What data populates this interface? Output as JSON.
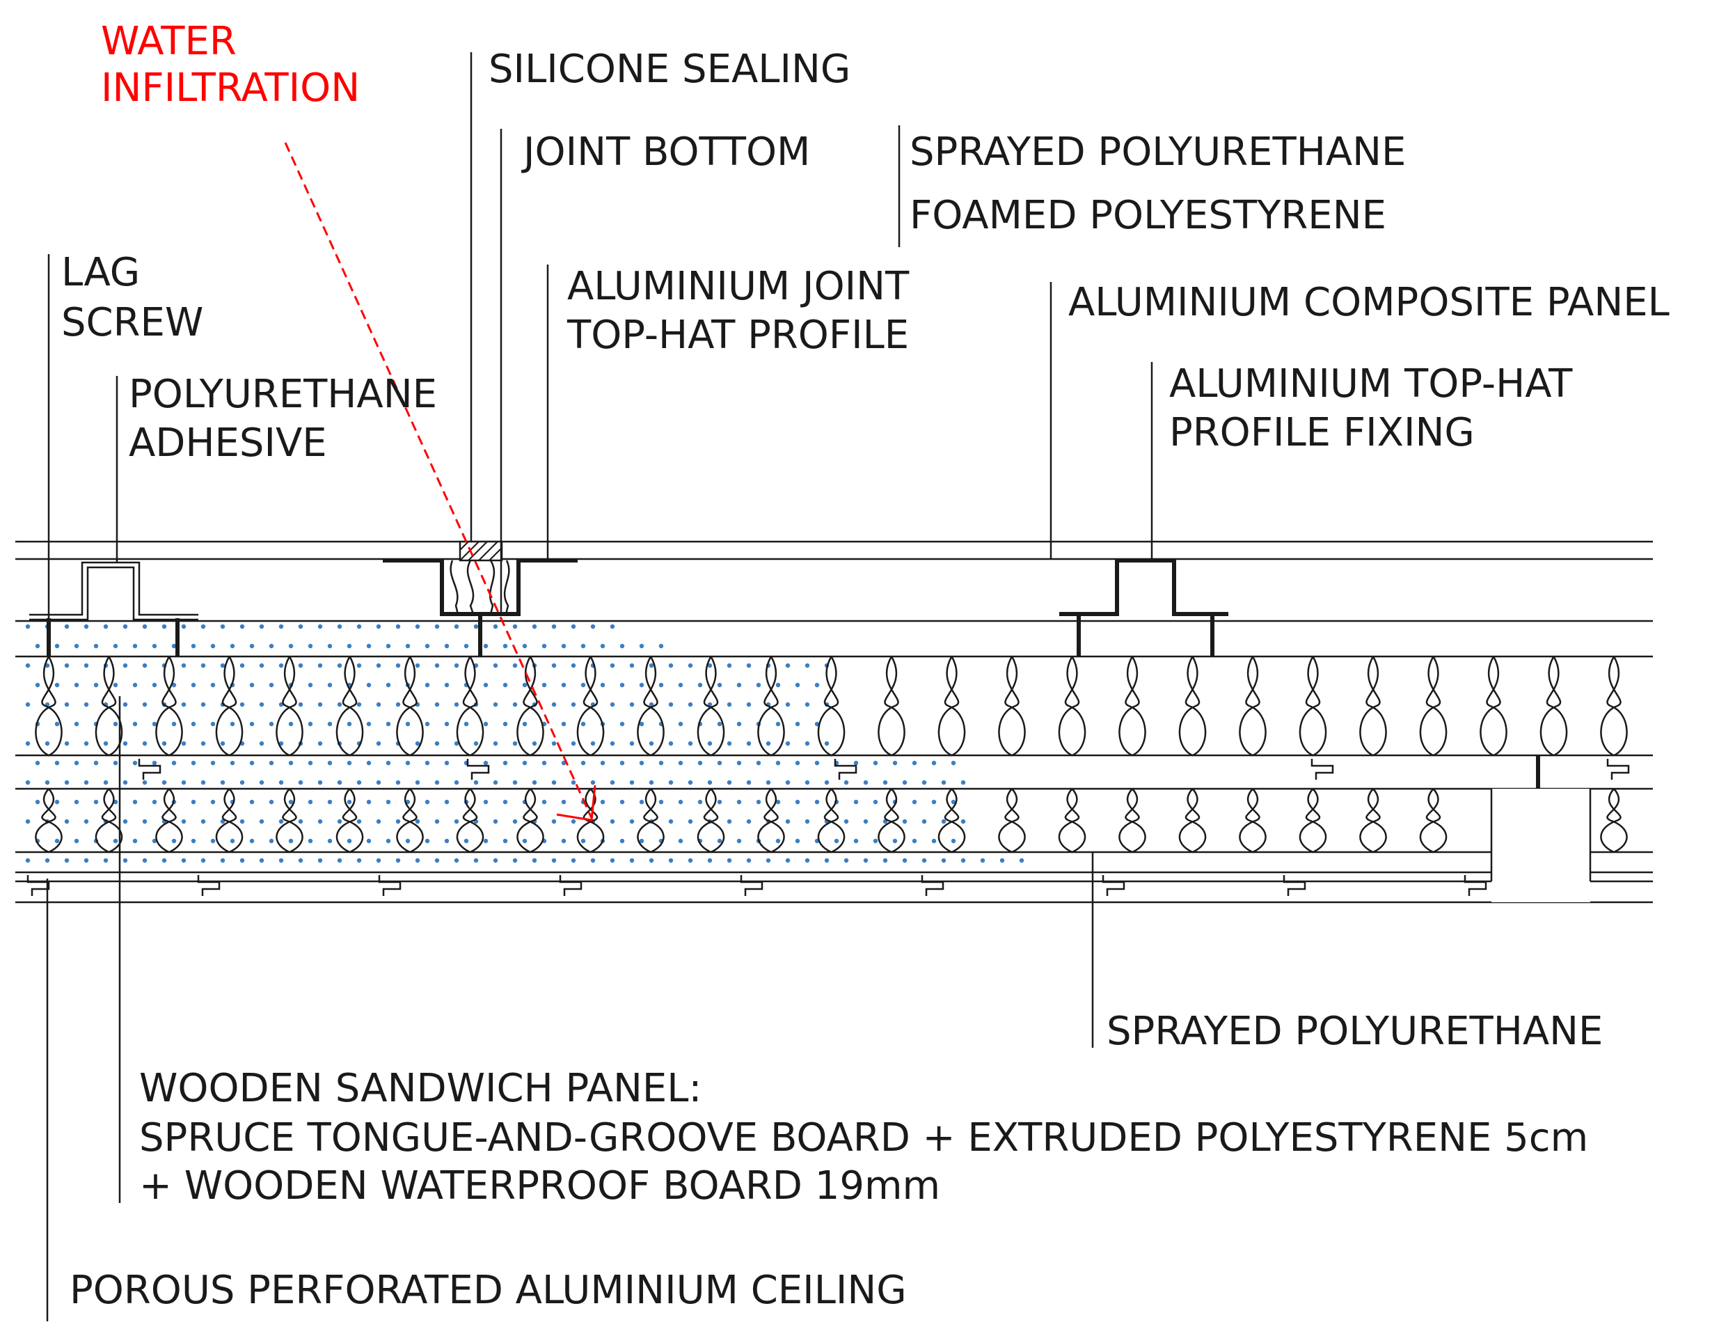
{
  "labels": {
    "water_infiltration": [
      "WATER",
      "INFILTRATION"
    ],
    "silicone_sealing": "SILICONE SEALING",
    "joint_bottom": "JOINT BOTTOM",
    "sprayed_polyurethane_top": "SPRAYED POLYURETHANE",
    "foamed_polystyrene": "FOAMED POLYESTYRENE",
    "lag_screw": [
      "LAG",
      "SCREW"
    ],
    "aluminium_joint": [
      "ALUMINIUM JOINT",
      "TOP-HAT PROFILE"
    ],
    "aluminium_composite_panel": "ALUMINIUM COMPOSITE PANEL",
    "polyurethane_adhesive": [
      "POLYURETHANE",
      "ADHESIVE"
    ],
    "top_hat_fixing": [
      "ALUMINIUM TOP-HAT",
      "PROFILE FIXING"
    ],
    "sprayed_polyurethane_bottom": "SPRAYED POLYURETHANE",
    "wooden_sandwich_panel": [
      "WOODEN SANDWICH PANEL:",
      "SPRUCE TONGUE-AND-GROOVE BOARD + EXTRUDED POLYESTYRENE 5cm",
      "+ WOODEN WATERPROOF BOARD 19mm"
    ],
    "porous_ceiling": "POROUS PERFORATED ALUMINIUM CEILING"
  },
  "colors": {
    "line": "#1a1a1a",
    "water_arrow": "#ff0000",
    "water_dots": "#3a7fc4"
  }
}
